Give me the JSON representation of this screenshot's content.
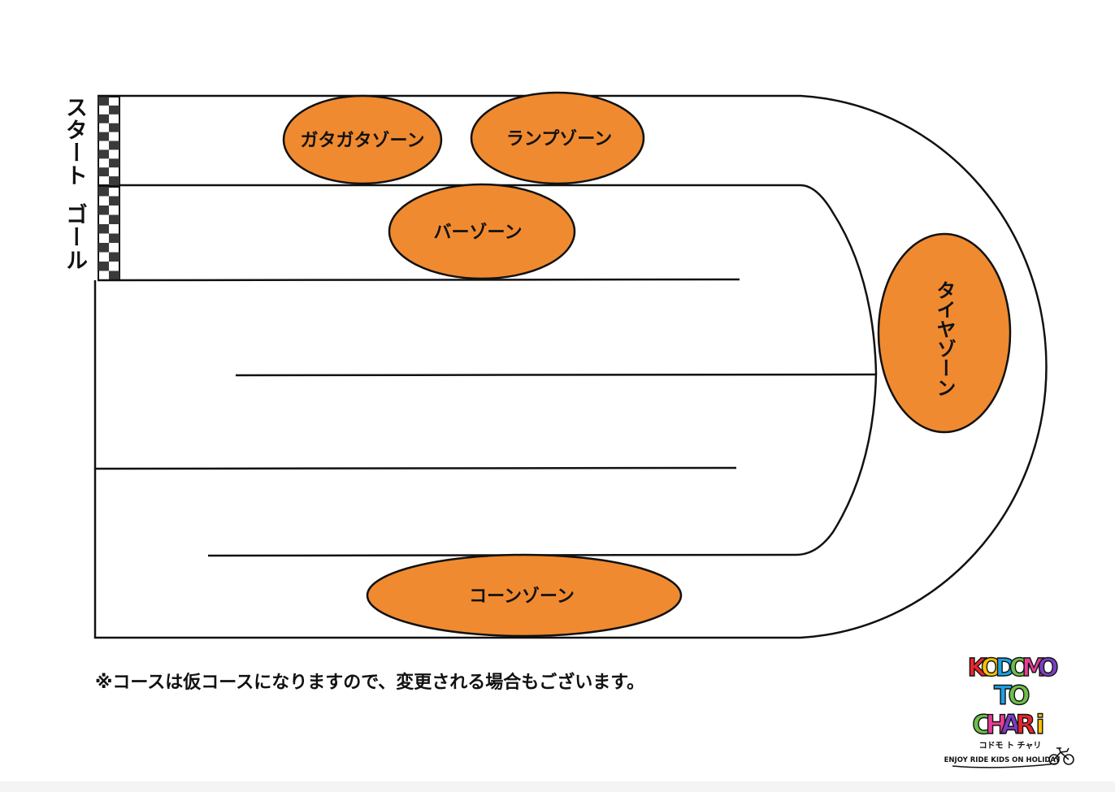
{
  "start_label": "スタート",
  "goal_label": "ゴール",
  "zones": {
    "gatagata": "ガタガタゾーン",
    "ramp": "ランプゾーン",
    "bar": "バーゾーン",
    "tire": "タイヤゾーン",
    "cone": "コーンゾーン"
  },
  "note": "※コースは仮コースになりますので、変更される場合もございます。",
  "logo": {
    "line1": "KODOMO",
    "line2": "TO",
    "line3": "CHARi",
    "kana": "コドモ ト チャリ",
    "tagline": "ENJOY RIDE KIDS ON HOLIDAY"
  },
  "colors": {
    "zone_fill": "#f08a30",
    "stroke": "#111111",
    "logo_colors": [
      "#e8262d",
      "#f7c300",
      "#1da1e2",
      "#6cc04a",
      "#ea3c96",
      "#7a3fc2"
    ]
  }
}
